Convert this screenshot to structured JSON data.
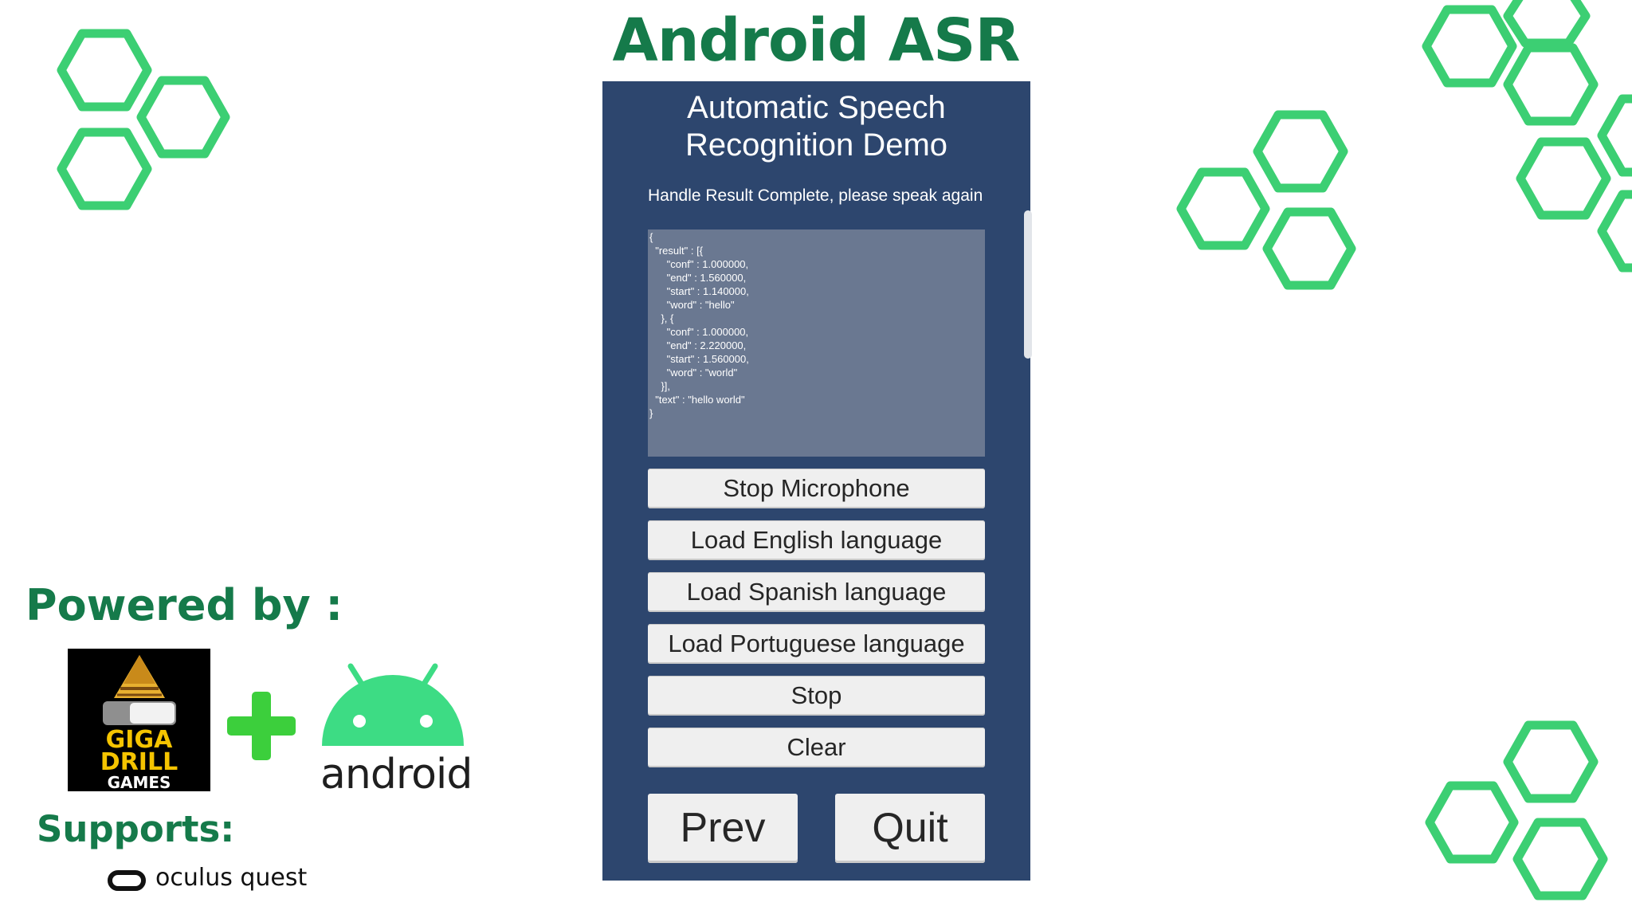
{
  "page": {
    "title": "Android ASR"
  },
  "app": {
    "title_line1": "Automatic Speech",
    "title_line2": "Recognition Demo",
    "status": "Handle Result Complete, please speak again",
    "result_text": "{\n  \"result\" : [{\n      \"conf\" : 1.000000,\n      \"end\" : 1.560000,\n      \"start\" : 1.140000,\n      \"word\" : \"hello\"\n    }, {\n      \"conf\" : 1.000000,\n      \"end\" : 2.220000,\n      \"start\" : 1.560000,\n      \"word\" : \"world\"\n    }],\n  \"text\" : \"hello world\"\n}",
    "buttons": {
      "stop_microphone": "Stop Microphone",
      "load_english": "Load English language",
      "load_spanish": "Load Spanish language",
      "load_portuguese": "Load Portuguese language",
      "stop": "Stop",
      "clear": "Clear",
      "prev": "Prev",
      "quit": "Quit"
    }
  },
  "credits": {
    "powered_by": "Powered by :",
    "logo_giga": "GIGA",
    "logo_drill": "DRILL",
    "logo_games": "GAMES",
    "android": "android",
    "supports": "Supports:",
    "oculus": "oculus quest"
  },
  "icons": {
    "hexagon": "hexagon-outline-icon",
    "plus": "plus-icon",
    "android": "android-head-icon",
    "oculus": "oculus-goggles-icon"
  },
  "colors": {
    "title_green": "#157a4a",
    "hex_green": "#3ccf73",
    "panel_blue": "#2d466e",
    "result_bg": "#6a7891",
    "button_bg": "#efefef",
    "android_green": "#3ddc84"
  }
}
